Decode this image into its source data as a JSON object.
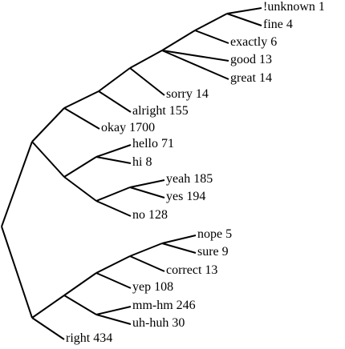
{
  "leaves": [
    {
      "word": "!unknown",
      "count": "1"
    },
    {
      "word": "fine",
      "count": "4"
    },
    {
      "word": "exactly",
      "count": "6"
    },
    {
      "word": "good",
      "count": "13"
    },
    {
      "word": "great",
      "count": "14"
    },
    {
      "word": "sorry",
      "count": "14"
    },
    {
      "word": "alright",
      "count": "155"
    },
    {
      "word": "okay",
      "count": "1700"
    },
    {
      "word": "hello",
      "count": "71"
    },
    {
      "word": "hi",
      "count": "8"
    },
    {
      "word": "yeah",
      "count": "185"
    },
    {
      "word": "yes",
      "count": "194"
    },
    {
      "word": "no",
      "count": "128"
    },
    {
      "word": "nope",
      "count": "5"
    },
    {
      "word": "sure",
      "count": "9"
    },
    {
      "word": "correct",
      "count": "13"
    },
    {
      "word": "yep",
      "count": "108"
    },
    {
      "word": "mm-hm",
      "count": "246"
    },
    {
      "word": "uh-huh",
      "count": "30"
    },
    {
      "word": "right",
      "count": "434"
    }
  ]
}
